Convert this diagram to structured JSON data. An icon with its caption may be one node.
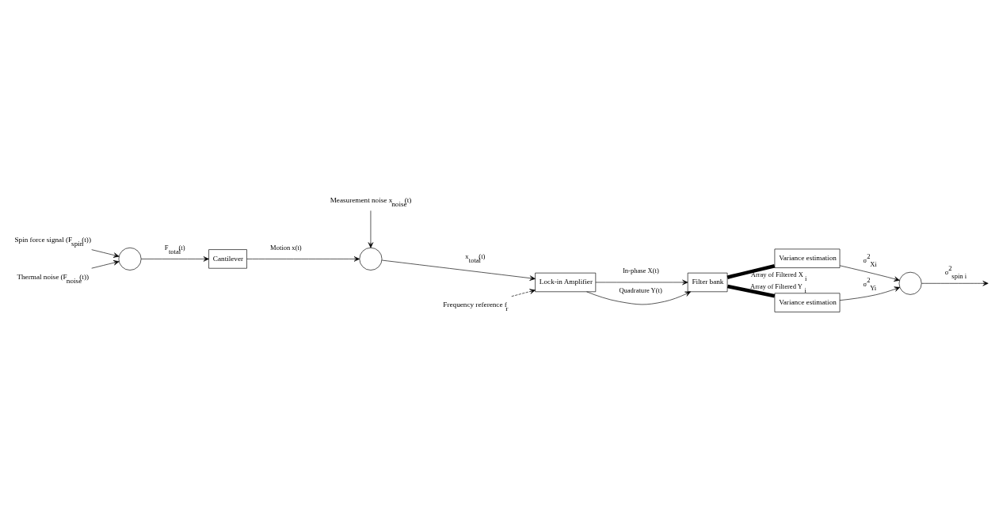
{
  "diagram": {
    "nodes": [
      {
        "text": [
          "Spin force signal (F$_{spin}$(t))"
        ]
      },
      {
        "text": [
          "Thermal noise (F$_{noise}$(t))"
        ]
      },
      {
        "text": [],
        "shape": "circle"
      },
      {
        "text": [
          "Cantilever"
        ]
      },
      {
        "text": [
          "Measurement noise x$_{noise}$(t)"
        ]
      },
      {
        "text": [],
        "shape": "circle"
      },
      {
        "text": [
          "Frequency reference f$_{r}$"
        ]
      },
      {
        "text": [
          "Lock-in Amplifier"
        ]
      },
      {
        "text": [
          "Filter bank"
        ]
      },
      {
        "text": [
          "Variance estimation"
        ]
      },
      {
        "text": [
          "Variance estimation"
        ]
      },
      {
        "text": [],
        "shape": "circle"
      }
    ],
    "edges": [
      {
        "from": 0,
        "to": 2,
        "arrow": "to"
      },
      {
        "from": 1,
        "to": 2,
        "arrow": "to"
      },
      {
        "from": 2,
        "to": 3,
        "arrow": "to",
        "label": "F$_{total}$(t)"
      },
      {
        "from": 3,
        "to": 5,
        "arrow": "to",
        "label": "Motion x(t)"
      },
      {
        "from": 4,
        "to": 5,
        "arrow": "to"
      },
      {
        "from": 5,
        "to": 7,
        "arrow": "to",
        "label": "x$_{total}$(t)"
      },
      {
        "from": 6,
        "to": 7,
        "arrow": "to",
        "style": "dashed"
      },
      {
        "from": 7,
        "to": 8,
        "arrow": "to",
        "label": "In-phase X(t)"
      },
      {
        "from": 7,
        "to": 8,
        "arrow": "to",
        "label": "Quadrature Y(t)"
      },
      {
        "from": 8,
        "to": 9,
        "arrow": "none",
        "style": "thick",
        "label": "Array of Filtered X$_{i}$"
      },
      {
        "from": 8,
        "to": 10,
        "arrow": "none",
        "style": "thick",
        "label": "Array of Filtered Y$_{i}$"
      },
      {
        "from": 9,
        "to": 11,
        "arrow": "to",
        "label": "σ$^{2}$$_{Xi}$"
      },
      {
        "from": 10,
        "to": 11,
        "arrow": "to",
        "label": "σ$^{2}$$_{Yi}$"
      },
      {
        "from": 11,
        "to": null,
        "arrow": "to",
        "label": "σ$^{2}$$_{spin i}$"
      }
    ]
  }
}
